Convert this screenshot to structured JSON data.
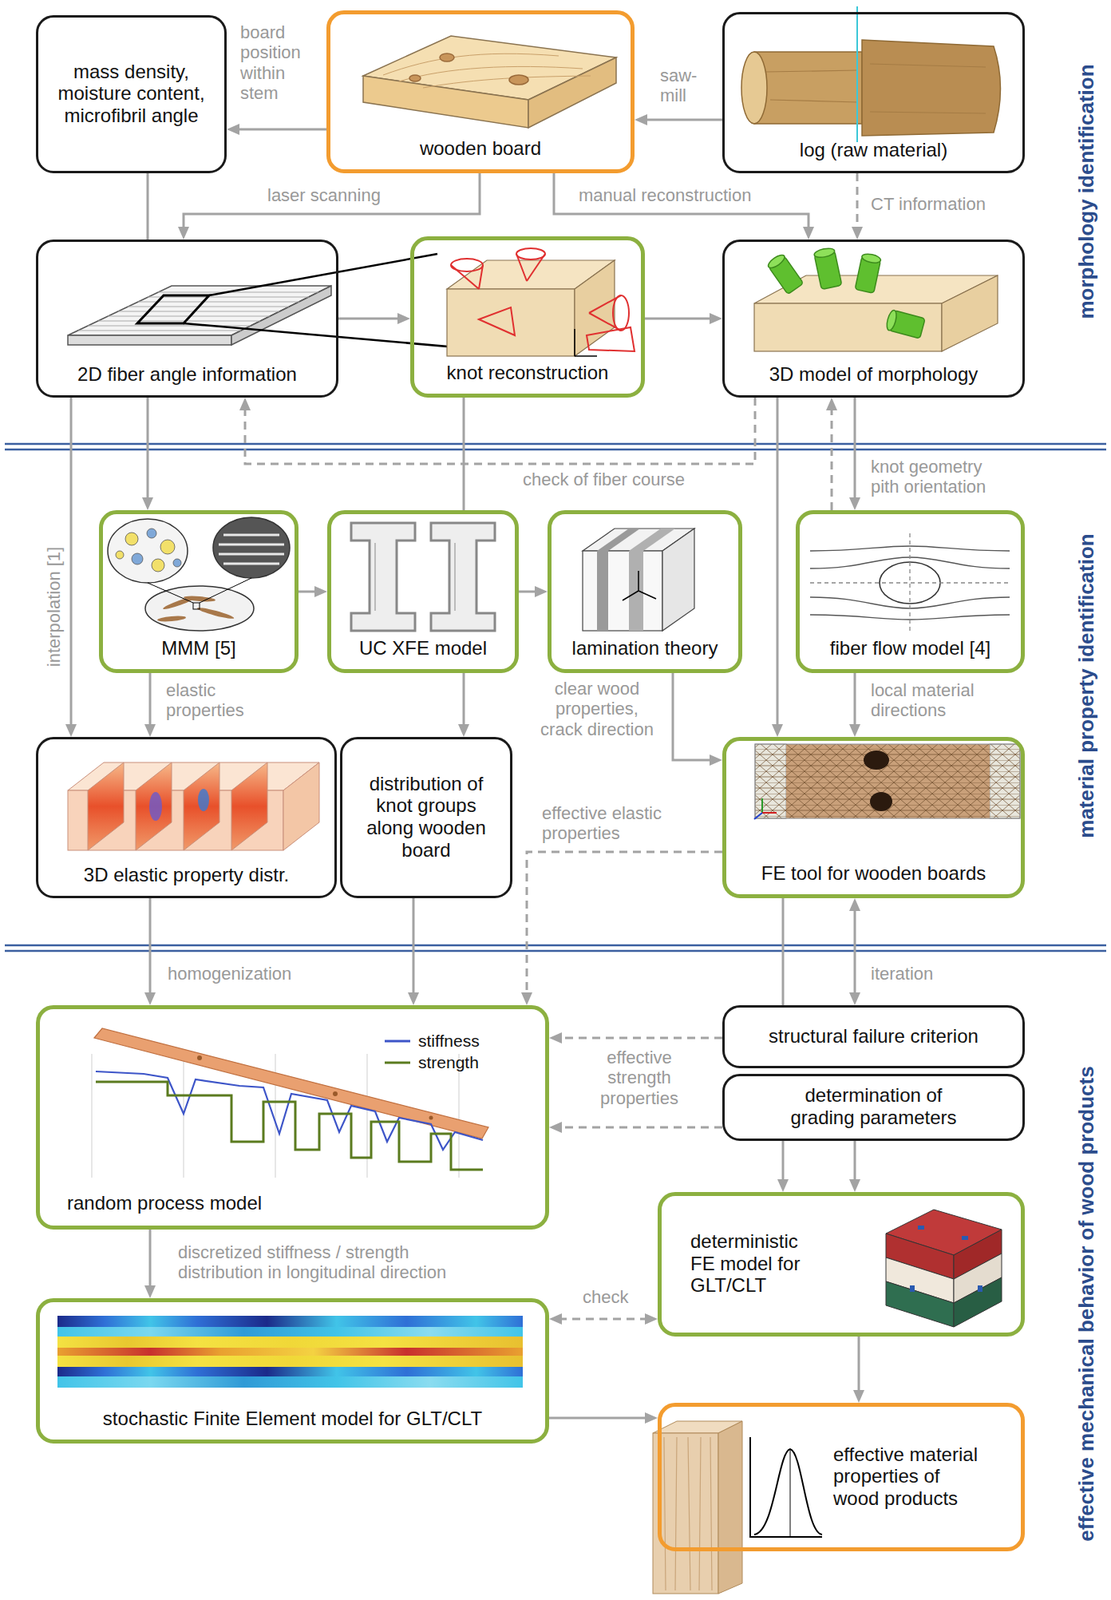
{
  "diagram": {
    "nodes": [
      {
        "text": [
          "mass density, moisture content, microfibril angle"
        ]
      },
      {
        "text": [
          "wooden board"
        ]
      },
      {
        "text": [
          "log (raw material)"
        ]
      },
      {
        "text": [
          "2D fiber angle information"
        ]
      },
      {
        "text": [
          "knot reconstruction"
        ]
      },
      {
        "text": [
          "3D model of morphology"
        ]
      },
      {
        "text": [
          "MMM [5]"
        ]
      },
      {
        "text": [
          "UC XFE model"
        ]
      },
      {
        "text": [
          "lamination theory"
        ]
      },
      {
        "text": [
          "fiber flow model [4]"
        ]
      },
      {
        "text": [
          "3D elastic property distr."
        ]
      },
      {
        "text": [
          "distribution of knot groups along wooden board"
        ]
      },
      {
        "text": [
          "FE tool for wooden boards"
        ]
      },
      {
        "text": [
          "structural failure criterion"
        ]
      },
      {
        "text": [
          "determination of grading parameters"
        ]
      },
      {
        "text": [
          "random process model"
        ]
      },
      {
        "text": [
          "deterministic FE model for GLT/CLT"
        ]
      },
      {
        "text": [
          "stochastic Finite Element model for GLT/CLT"
        ]
      },
      {
        "text": [
          "effective material properties of wood products"
        ]
      }
    ],
    "edges": [
      {
        "from": 1,
        "to": 0,
        "label": "board position within stem",
        "arrow": "to"
      },
      {
        "from": 2,
        "to": 1,
        "label": "saw-mill",
        "arrow": "to"
      },
      {
        "from": 1,
        "to": 3,
        "label": "laser scanning",
        "arrow": "to"
      },
      {
        "from": 1,
        "to": 5,
        "label": "manual reconstruction",
        "arrow": "to"
      },
      {
        "from": 2,
        "to": 5,
        "label": "CT information",
        "arrow": "to"
      },
      {
        "from": 0,
        "to": 3,
        "arrow": "none"
      },
      {
        "from": 3,
        "to": 4,
        "arrow": "to"
      },
      {
        "from": 4,
        "to": 5,
        "arrow": "to"
      },
      {
        "from": 5,
        "to": 3,
        "label": "check of fiber course",
        "arrow": "to"
      },
      {
        "from": 3,
        "to": 10,
        "label": "interpolation [1]",
        "arrow": "to"
      },
      {
        "from": 3,
        "to": 6,
        "arrow": "to"
      },
      {
        "from": 4,
        "to": 7,
        "arrow": "none"
      },
      {
        "from": 6,
        "to": 7,
        "arrow": "to"
      },
      {
        "from": 7,
        "to": 8,
        "arrow": "to"
      },
      {
        "from": 5,
        "to": 9,
        "label": "knot geometry pith orientation",
        "arrow": "to"
      },
      {
        "from": 9,
        "to": 5,
        "arrow": "to"
      },
      {
        "from": 5,
        "to": 12,
        "arrow": "to"
      },
      {
        "from": 6,
        "to": 10,
        "label": "elastic properties",
        "arrow": "to"
      },
      {
        "from": 7,
        "to": 11,
        "arrow": "to"
      },
      {
        "from": 8,
        "to": 12,
        "label": "clear wood properties, crack direction",
        "arrow": "to"
      },
      {
        "from": 9,
        "to": 12,
        "label": "local material directions",
        "arrow": "to"
      },
      {
        "from": 12,
        "to": 15,
        "label": "effective elastic properties",
        "arrow": "to"
      },
      {
        "from": 10,
        "to": 15,
        "label": "homogenization",
        "arrow": "to"
      },
      {
        "from": 11,
        "to": 15,
        "arrow": "to"
      },
      {
        "from": 12,
        "to": 13,
        "arrow": "none"
      },
      {
        "from": 12,
        "to": 13,
        "label": "iteration",
        "arrow": "both"
      },
      {
        "from": 13,
        "to": 15,
        "label": "effective strength properties",
        "arrow": "to"
      },
      {
        "from": 14,
        "to": 15,
        "arrow": "to"
      },
      {
        "from": 14,
        "to": 16,
        "arrow": "to"
      },
      {
        "from": 14,
        "to": 16,
        "arrow": "to"
      },
      {
        "from": 15,
        "to": 17,
        "label": "discretized stiffness / strength distribution in longitudinal direction",
        "arrow": "to"
      },
      {
        "from": 17,
        "to": 16,
        "label": "check",
        "arrow": "both"
      },
      {
        "from": 16,
        "to": 18,
        "arrow": "to"
      },
      {
        "from": 17,
        "to": 18,
        "arrow": "to"
      }
    ],
    "labels": [
      "morphology identification",
      "material property identification",
      "effective mechanical behavior of wood products"
    ],
    "legend": [
      {
        "text": "stiffness"
      },
      {
        "text": "strength"
      }
    ]
  }
}
